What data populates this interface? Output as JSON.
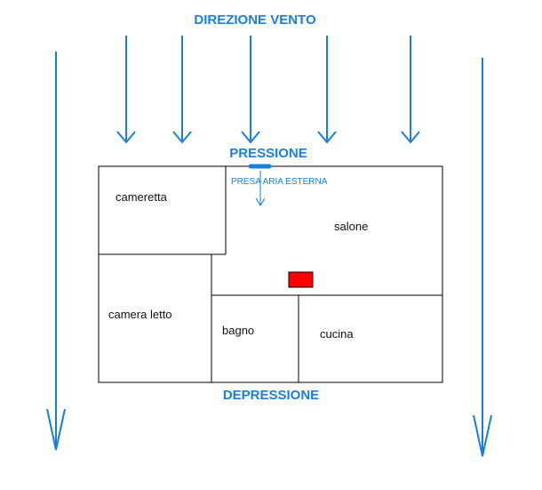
{
  "labels": {
    "wind_direction": "DIREZIONE VENTO",
    "pressure": "PRESSIONE",
    "depression": "DEPRESSIONE",
    "external_air_intake": "PRESA ARIA ESTERNA"
  },
  "rooms": {
    "cameretta": "cameretta",
    "salone": "salone",
    "camera_letto": "camera letto",
    "bagno": "bagno",
    "cucina": "cucina"
  },
  "colors": {
    "arrow_blue": "#1a7fd6",
    "wall": "#000000",
    "heater_red": "#ff0000"
  },
  "icons": {
    "wind_arrow": "arrow-down-icon",
    "air_intake": "air-intake-icon",
    "heater": "red-heater-box"
  }
}
